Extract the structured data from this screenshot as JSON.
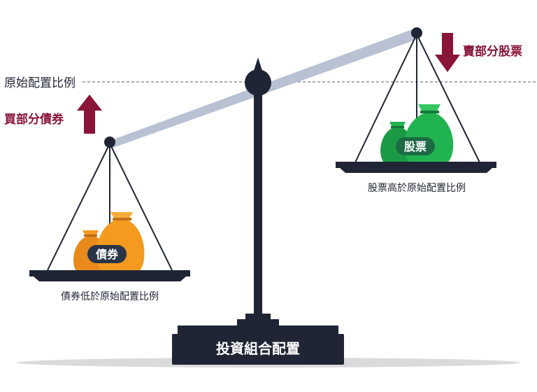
{
  "reference_line": {
    "label": "原始配置比例"
  },
  "left_pan": {
    "action_label": "買部分債券",
    "action_direction": "up",
    "bag_label": "債券",
    "caption": "債券低於原始配置比例",
    "bag_color": "#f39a1f",
    "bag_label_bg": "#2a3447"
  },
  "right_pan": {
    "action_label": "賣部分股票",
    "action_direction": "down",
    "bag_label": "股票",
    "caption": "股票高於原始配置比例",
    "bag_color": "#21b34f",
    "bag_label_bg": "#1c6b45"
  },
  "base": {
    "label": "投資組合配置"
  },
  "colors": {
    "frame": "#1f2535",
    "beam": "#b8c2d3",
    "arrow": "#8a1538",
    "shadow": "#d9dadc"
  }
}
